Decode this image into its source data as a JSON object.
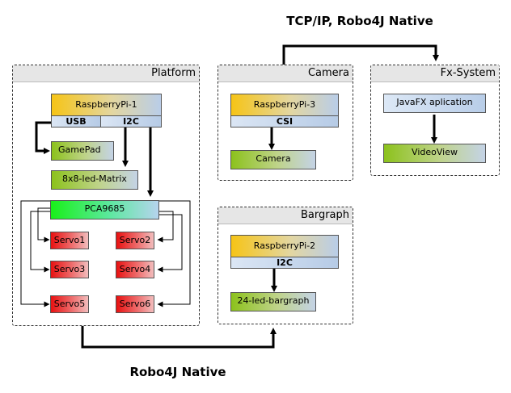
{
  "top_label": "TCP/IP, Robo4J Native",
  "bottom_label": "Robo4J Native",
  "groups": {
    "platform": "Platform",
    "camera": "Camera",
    "fx": "Fx-System",
    "bargraph": "Bargraph"
  },
  "nodes": {
    "rpi1": "RaspberryPi-1",
    "usb": "USB",
    "i2c1": "I2C",
    "gamepad": "GamePad",
    "matrix": "8x8-led-Matrix",
    "pca": "PCA9685",
    "servo1": "Servo1",
    "servo2": "Servo2",
    "servo3": "Servo3",
    "servo4": "Servo4",
    "servo5": "Servo5",
    "servo6": "Servo6",
    "rpi3": "RaspberryPi-3",
    "csi": "CSI",
    "camera": "Camera",
    "javafx": "JavaFX aplication",
    "videoview": "VideoView",
    "rpi2": "RaspberryPi-2",
    "i2c2": "I2C",
    "bargraph": "24-led-bargraph"
  },
  "colors": {
    "raspberry": "#f6c416",
    "module": "#8cc21c",
    "pca": "#19f01a",
    "servo": "#e81111",
    "interface": "#b6cbe6"
  }
}
